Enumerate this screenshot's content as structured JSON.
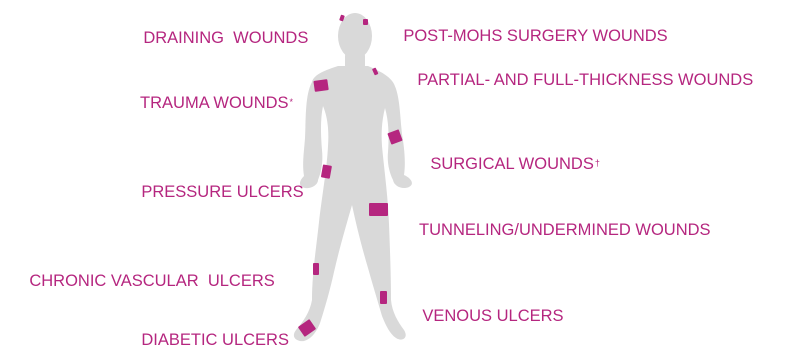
{
  "colors": {
    "accent": "#b5267f",
    "silhouette": "#d9d9d9",
    "background": "#ffffff"
  },
  "labels": {
    "draining_wounds": "DRAINING  WOUNDS",
    "post_mohs": "POST-MOHS SURGERY WOUNDS",
    "partial_full_thickness": "PARTIAL- AND FULL-THICKNESS WOUNDS",
    "trauma_wounds": "TRAUMA WOUNDS",
    "trauma_mark": "*",
    "surgical_wounds": "SURGICAL WOUNDS",
    "surgical_mark": "†",
    "pressure_ulcers": "PRESSURE ULCERS",
    "tunneling": "TUNNELING/UNDERMINED WOUNDS",
    "chronic_vascular": "CHRONIC VASCULAR  ULCERS",
    "venous_ulcers": "VENOUS ULCERS",
    "diabetic_ulcers": "DIABETIC ULCERS"
  }
}
